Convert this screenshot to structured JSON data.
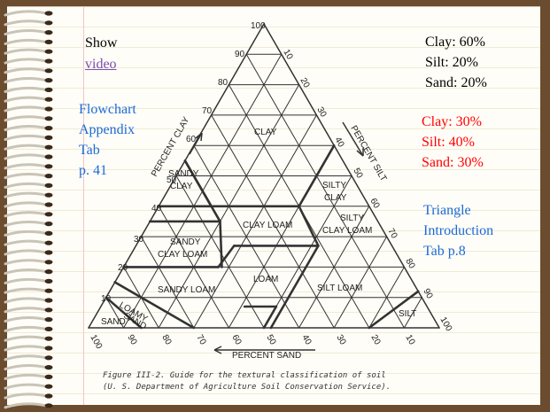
{
  "slide": {
    "show_label": "Show",
    "video_link": "video",
    "left_note": [
      "Flowchart",
      "Appendix",
      "Tab",
      "p. 41"
    ],
    "example1": [
      "Clay:  60%",
      "Silt:  20%",
      "Sand:  20%"
    ],
    "example2": [
      "Clay:  30%",
      "Silt:  40%",
      "Sand:  30%"
    ],
    "right_note": [
      "Triangle",
      "Introduction",
      "Tab p.8"
    ]
  },
  "diagram": {
    "axis_clay": "PERCENT CLAY",
    "axis_silt": "PERCENT SILT",
    "axis_sand": "PERCENT SAND",
    "clay_ticks": [
      "100",
      "90",
      "80",
      "70",
      "60",
      "50",
      "40",
      "30",
      "20",
      "10"
    ],
    "silt_ticks": [
      "10",
      "20",
      "30",
      "40",
      "50",
      "60",
      "70",
      "80",
      "90",
      "100"
    ],
    "sand_ticks": [
      "100",
      "90",
      "80",
      "70",
      "60",
      "50",
      "40",
      "30",
      "20",
      "10"
    ],
    "regions": {
      "clay": "CLAY",
      "silty_clay_1": "SILTY",
      "silty_clay_2": "CLAY",
      "sandy_clay_1": "SANDY",
      "sandy_clay_2": "CLAY",
      "clay_loam": "CLAY LOAM",
      "silty_clay_loam_1": "SILTY",
      "silty_clay_loam_2": "CLAY LOAM",
      "sandy_clay_loam_1": "SANDY",
      "sandy_clay_loam_2": "CLAY LOAM",
      "loam": "LOAM",
      "sandy_loam": "SANDY LOAM",
      "silt_loam": "SILT LOAM",
      "loamy_sand_1": "LOAMY",
      "loamy_sand_2": "SAND",
      "sand": "SAND",
      "silt": "SILT"
    },
    "caption": [
      "Figure III-2.  Guide for the textural classification of soil",
      "(U. S. Department of Agriculture Soil Conservation Service)."
    ]
  },
  "colors": {
    "red_text": "#ff0000",
    "blue_text": "#1a6bd8",
    "frame": "#6b4c2e"
  }
}
